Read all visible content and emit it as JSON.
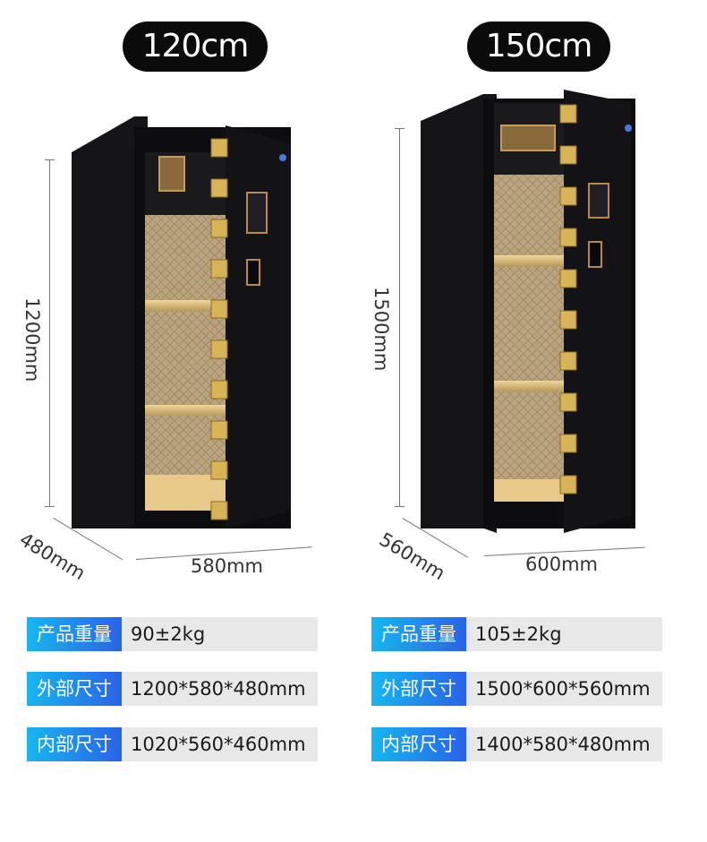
{
  "products": [
    {
      "size_badge": "120cm",
      "height_dim": "1200mm",
      "depth_dim": "480mm",
      "width_dim": "580mm",
      "specs": [
        {
          "label": "产品重量",
          "value": "90±2kg"
        },
        {
          "label": "外部尺寸",
          "value": "1200*580*480mm"
        },
        {
          "label": "内部尺寸",
          "value": "1020*560*460mm"
        }
      ]
    },
    {
      "size_badge": "150cm",
      "height_dim": "1500mm",
      "depth_dim": "560mm",
      "width_dim": "600mm",
      "specs": [
        {
          "label": "产品重量",
          "value": "105±2kg"
        },
        {
          "label": "外部尺寸",
          "value": "1500*600*560mm"
        },
        {
          "label": "内部尺寸",
          "value": "1400*580*480mm"
        }
      ]
    }
  ],
  "colors": {
    "safe_body": "#101014",
    "interior": "#b7a27c",
    "gold_hinge": "#d8b458",
    "label_gradient_start": "#16b6f0",
    "label_gradient_end": "#2a62e6",
    "value_bg": "#e8e8e8"
  }
}
